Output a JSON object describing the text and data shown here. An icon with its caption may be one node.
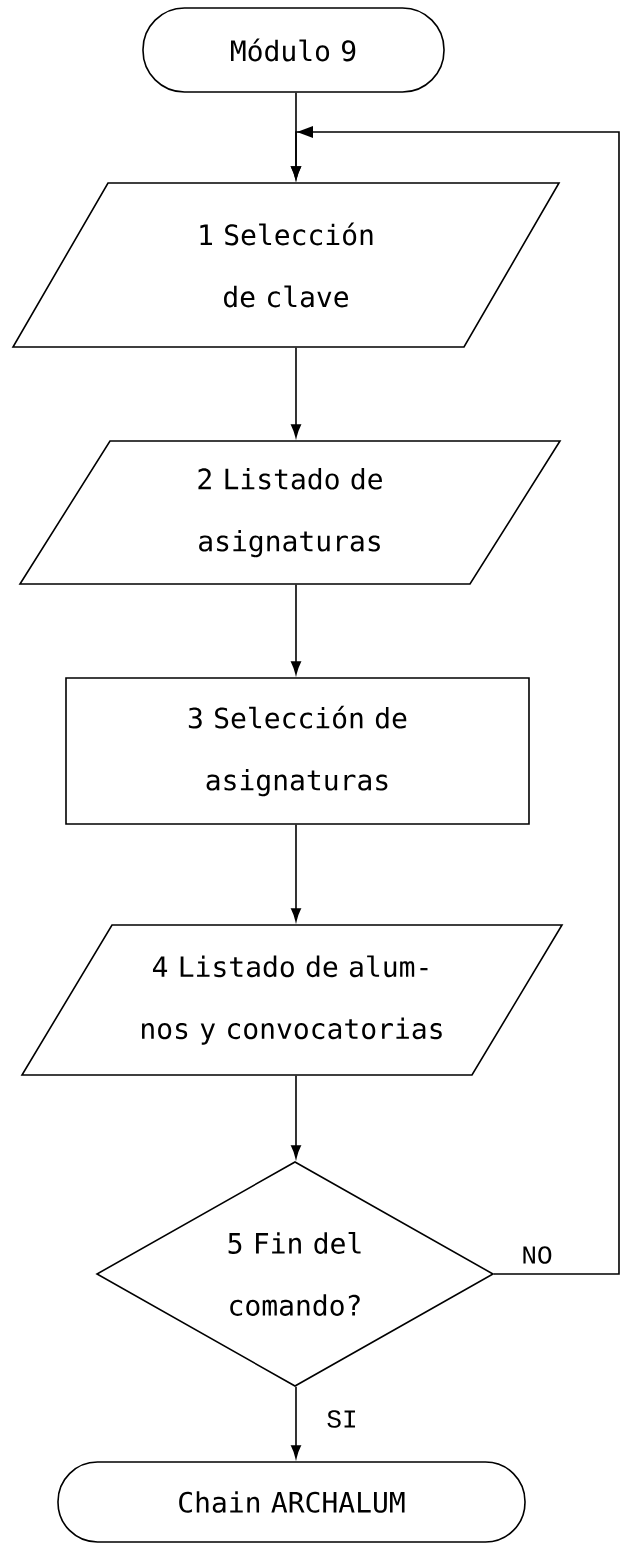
{
  "diagram": {
    "nodes": [
      {
        "text": [
          "Módulo 9"
        ]
      },
      {
        "text": [
          "1 Selección de clave"
        ]
      },
      {
        "text": [
          "2 Listado de asignaturas"
        ]
      },
      {
        "text": [
          "3 Selección de asignaturas"
        ]
      },
      {
        "text": [
          "4 Listado de alum- nos y convocatorias"
        ]
      },
      {
        "text": [
          "5 Fin del comando?"
        ]
      },
      {
        "text": [
          "Chain ARCHALUM"
        ]
      }
    ],
    "edges": [
      {
        "from": 0,
        "to": 1,
        "arrow": "to"
      },
      {
        "from": 1,
        "to": 2,
        "arrow": "to"
      },
      {
        "from": 2,
        "to": 3,
        "arrow": "to"
      },
      {
        "from": 3,
        "to": 4,
        "arrow": "to"
      },
      {
        "from": 4,
        "to": 5,
        "arrow": "to"
      },
      {
        "from": 5,
        "to": 6,
        "arrow": "to",
        "label": "SI"
      },
      {
        "from": 5,
        "to": 1,
        "arrow": "to",
        "label": "NO"
      }
    ]
  }
}
